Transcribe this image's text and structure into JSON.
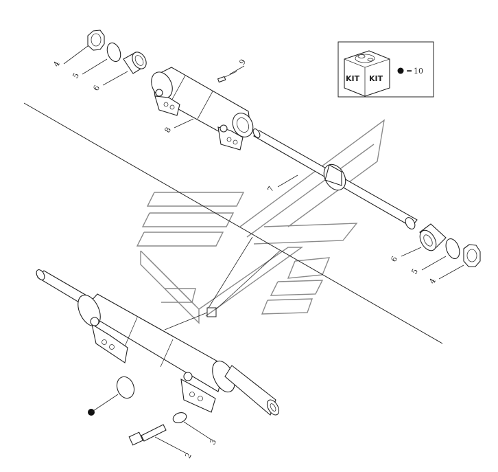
{
  "callouts": {
    "c4_top": "4",
    "c5_top": "5",
    "c6_top": "6",
    "c8": "8",
    "c9": "9",
    "c7": "7",
    "c6_bot": "6",
    "c5_bot": "5",
    "c4_bot": "4",
    "c3": "3",
    "c2": "2"
  },
  "kit": {
    "label_left": "KIT",
    "label_right": "KIT",
    "equals": "=",
    "number": "10"
  },
  "colors": {
    "line": "#222222",
    "watermark": "#8a8a8a",
    "bullet": "#111111"
  }
}
